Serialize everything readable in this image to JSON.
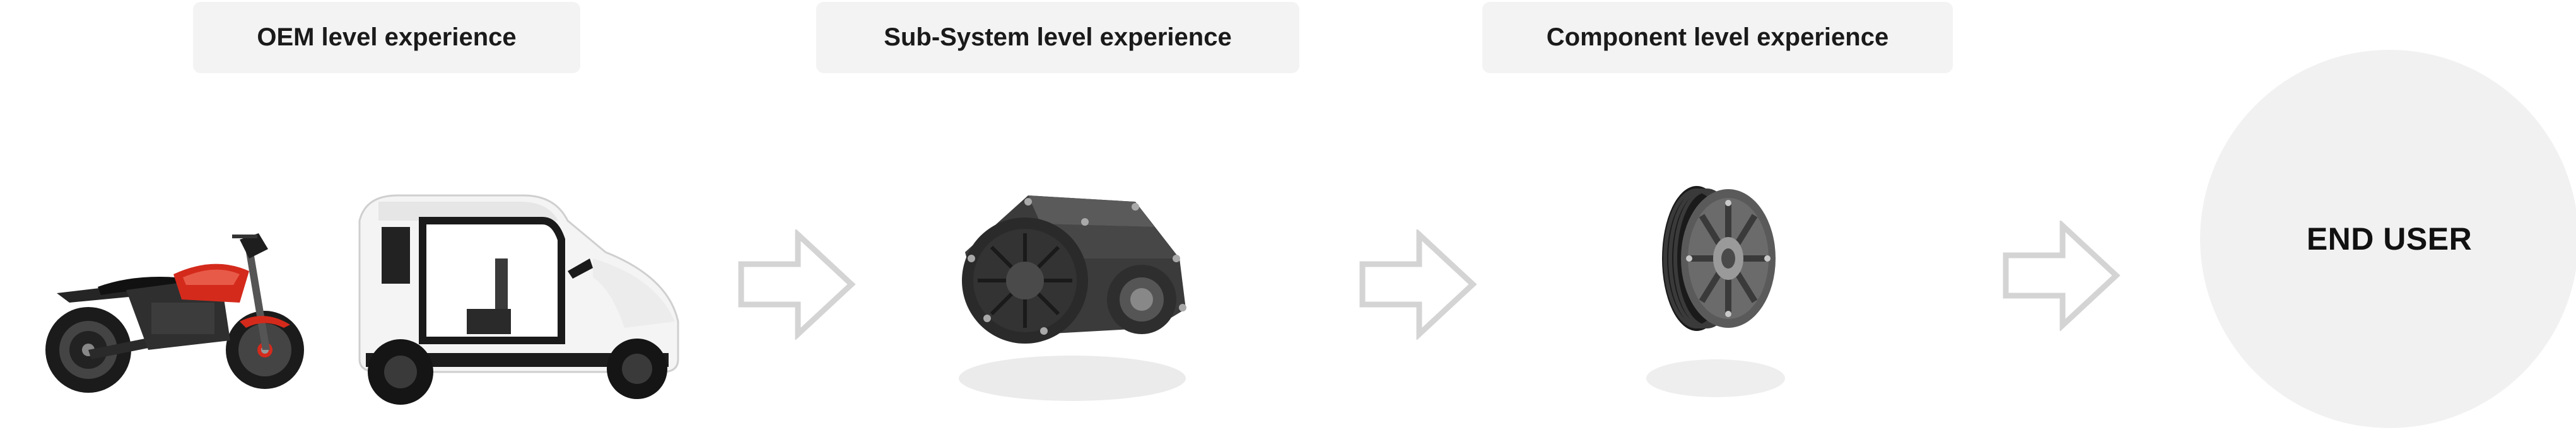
{
  "stages": [
    {
      "label": "OEM level experience",
      "images": [
        "electric-motorcycle",
        "electric-three-wheeler"
      ]
    },
    {
      "label": "Sub-System level experience",
      "images": [
        "electric-powertrain-gearbox"
      ]
    },
    {
      "label": "Component level experience",
      "images": [
        "axial-flux-motor"
      ]
    }
  ],
  "end_user": {
    "label": "END USER"
  },
  "colors": {
    "label_bg": "#f3f3f3",
    "arrow_stroke": "#d4d4d4",
    "end_user_bg": "#f1f1f1",
    "motorcycle_accent": "#d42a1c"
  }
}
